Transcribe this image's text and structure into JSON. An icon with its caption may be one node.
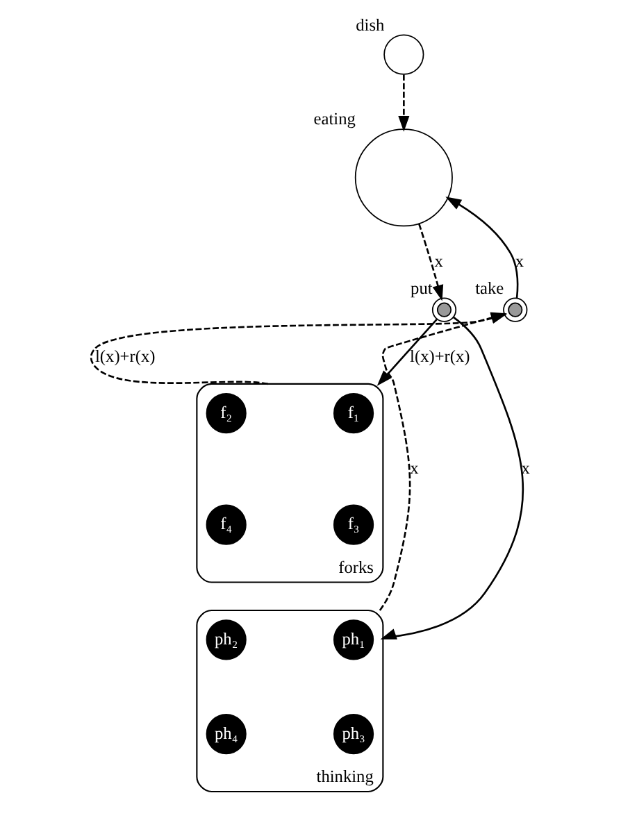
{
  "diagram": {
    "nodes": [
      {
        "text": [
          "dish"
        ]
      },
      {
        "text": [
          "eating"
        ]
      },
      {
        "text": [
          "take"
        ]
      },
      {
        "text": [
          "forks"
        ]
      },
      {
        "text": [
          "f₁"
        ],
        "in": 3
      },
      {
        "text": [
          "f₂"
        ],
        "in": 3
      },
      {
        "text": [
          "f₃"
        ],
        "in": 3
      },
      {
        "text": [
          "f₄"
        ],
        "in": 3
      },
      {
        "text": [
          "put"
        ]
      },
      {
        "text": [
          "thinking"
        ]
      },
      {
        "text": [
          "ph₁"
        ],
        "in": 9
      },
      {
        "text": [
          "ph₂"
        ],
        "in": 9
      },
      {
        "text": [
          "ph₃"
        ],
        "in": 9
      },
      {
        "text": [
          "ph₄"
        ],
        "in": 9
      }
    ],
    "edges": [
      {
        "from": 0,
        "to": 1,
        "arrow": "to",
        "style": "dashed"
      },
      {
        "from": 2,
        "to": 1,
        "arrow": "to",
        "label": "x"
      },
      {
        "from": 1,
        "to": 8,
        "arrow": "to",
        "label": "x",
        "style": "dashed"
      },
      {
        "from": 8,
        "to": 3,
        "arrow": "to",
        "label": "l(x)+r(x)"
      },
      {
        "from": 3,
        "to": 2,
        "arrow": "to",
        "label": "l(x)+r(x)",
        "style": "dashed"
      },
      {
        "from": 8,
        "to": 9,
        "arrow": "to",
        "label": "x"
      },
      {
        "from": 9,
        "to": 2,
        "arrow": "to",
        "label": "x",
        "style": "dashed"
      }
    ]
  }
}
